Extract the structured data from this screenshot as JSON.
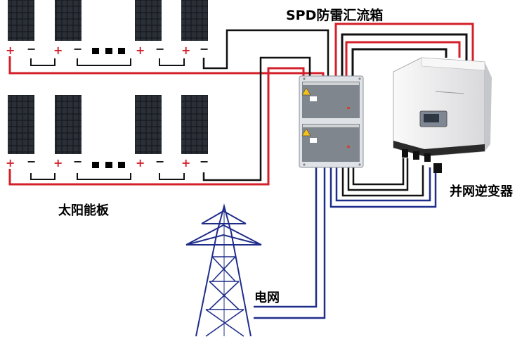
{
  "labels": {
    "spd_box": "SPD防雷汇流箱",
    "solar_panels": "太阳能板",
    "inverter": "并网逆变器",
    "grid": "电网"
  },
  "polarity": {
    "plus": "+",
    "minus": "−"
  },
  "colors": {
    "positive_wire": "#d3202a",
    "negative_wire": "#111111",
    "grid_wire": "#1f2d8a",
    "tower": "#1f2d8a",
    "panel": "#1b1e24",
    "enclosure": "#e3e6ea",
    "inverter_body": "#ececee"
  }
}
